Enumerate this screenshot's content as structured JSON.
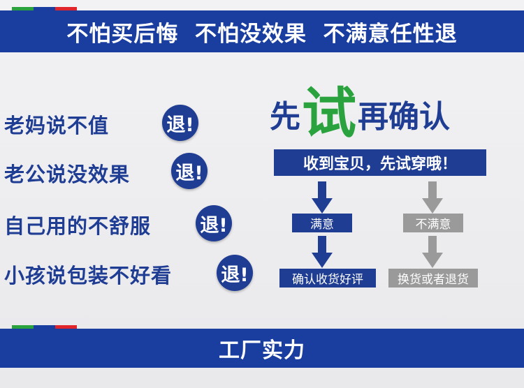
{
  "colors": {
    "banner": "#1a3ea0",
    "accent_blue": "#1f3d93",
    "accent_green": "#2aa33e",
    "gray": "#9a9a9a",
    "stripe": [
      "#2aa33e",
      "#1a3ea0",
      "#e0242b"
    ]
  },
  "top_banner": {
    "text": "不怕买后悔  不怕没效果  不满意任性退"
  },
  "refund_reasons": [
    {
      "text": "老妈说不值",
      "badge": "退!"
    },
    {
      "text": "老公说没效果",
      "badge": "退!"
    },
    {
      "text": "自己用的不舒服",
      "badge": "退!"
    },
    {
      "text": "小孩说包装不好看",
      "badge": "退!"
    }
  ],
  "headline": {
    "part1": "先",
    "highlight": "试",
    "part2": "再确认"
  },
  "subtitle": "收到宝贝，先试穿哦！",
  "flow": {
    "satisfied": {
      "label": "满意",
      "result": "确认收货好评"
    },
    "unsatisfied": {
      "label": "不满意",
      "result": "换货或者退货"
    }
  },
  "bottom_banner": {
    "text": "工厂实力"
  }
}
